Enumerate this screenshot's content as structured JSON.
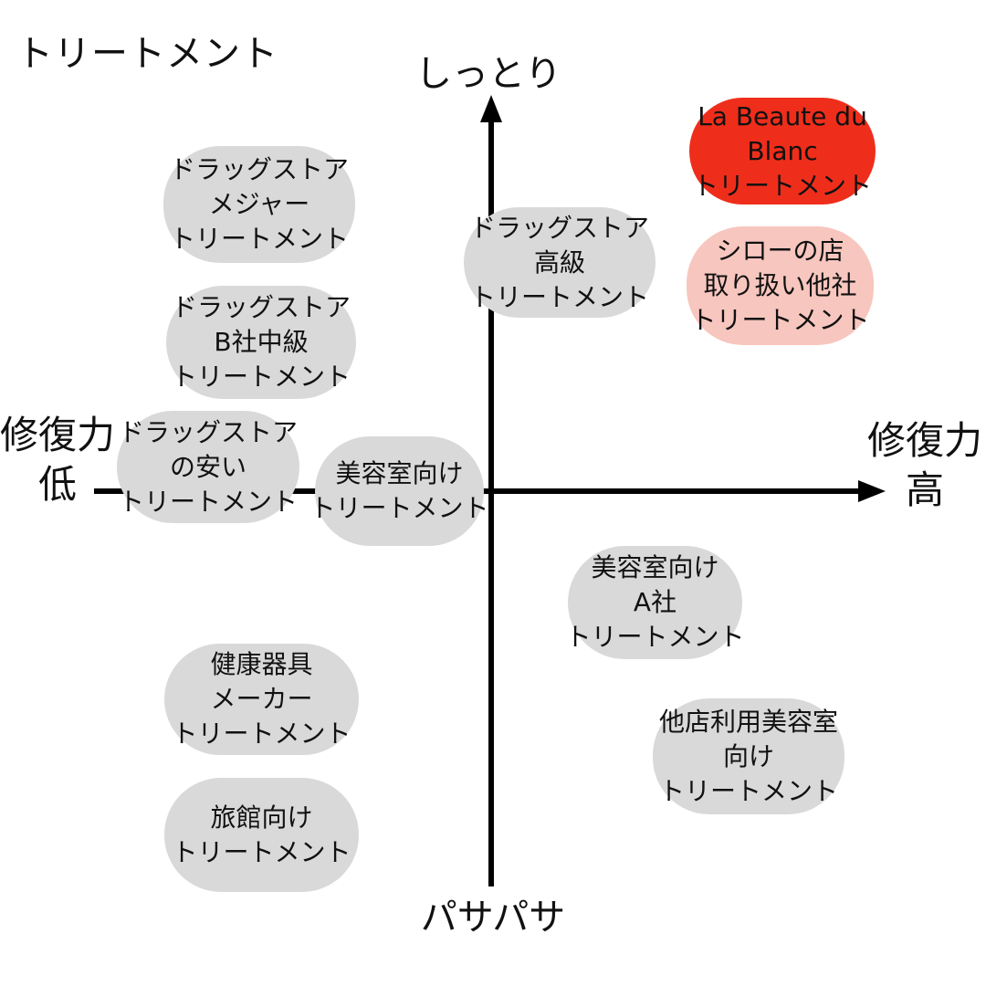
{
  "title": "トリートメント",
  "axes": {
    "top_label": "しっとり",
    "bottom_label": "パサパサ",
    "left_label_line1": "修復力",
    "left_label_line2": "低",
    "right_label_line1": "修復力",
    "right_label_line2": "高"
  },
  "colors": {
    "background": "#ffffff",
    "bubble_gray": "#d9d9d9",
    "bubble_red": "#ee2e1b",
    "bubble_pink": "#f7c6be",
    "axis_color": "#000000",
    "text_color": "#111111"
  },
  "bubbles": [
    {
      "id": "drugstore-major",
      "color": "gray",
      "quadrant": "upper-left",
      "lines": [
        "ドラッグストア",
        "メジャー",
        "トリートメント"
      ]
    },
    {
      "id": "drugstore-b-mid",
      "color": "gray",
      "quadrant": "upper-left",
      "lines": [
        "ドラッグストア",
        "B社中級",
        "トリートメント"
      ]
    },
    {
      "id": "drugstore-cheap",
      "color": "gray",
      "quadrant": "upper-left",
      "lines": [
        "ドラッグストア",
        "の安い",
        "トリートメント"
      ]
    },
    {
      "id": "salon",
      "color": "gray",
      "quadrant": "center-left",
      "lines": [
        "美容室向け",
        "トリートメント"
      ]
    },
    {
      "id": "drugstore-premium",
      "color": "gray",
      "quadrant": "upper-center",
      "lines": [
        "ドラッグストア",
        "高級",
        "トリートメント"
      ]
    },
    {
      "id": "la-beaute-du-blanc",
      "color": "red",
      "quadrant": "upper-right",
      "lines": [
        "La Beaute du",
        "Blanc",
        "トリートメント"
      ]
    },
    {
      "id": "shiro-shop-other",
      "color": "pink",
      "quadrant": "upper-right",
      "lines": [
        "シローの店",
        "取り扱い他社",
        "トリートメント"
      ]
    },
    {
      "id": "salon-a",
      "color": "gray",
      "quadrant": "lower-right",
      "lines": [
        "美容室向け",
        "A社",
        "トリートメント"
      ]
    },
    {
      "id": "other-store-salon",
      "color": "gray",
      "quadrant": "lower-right",
      "lines": [
        "他店利用美容室",
        "向け",
        "トリートメント"
      ]
    },
    {
      "id": "health-equipment",
      "color": "gray",
      "quadrant": "lower-left",
      "lines": [
        "健康器具",
        "メーカー",
        "トリートメント"
      ]
    },
    {
      "id": "ryokan",
      "color": "gray",
      "quadrant": "lower-left",
      "lines": [
        "旅館向け",
        "トリートメント"
      ]
    }
  ]
}
